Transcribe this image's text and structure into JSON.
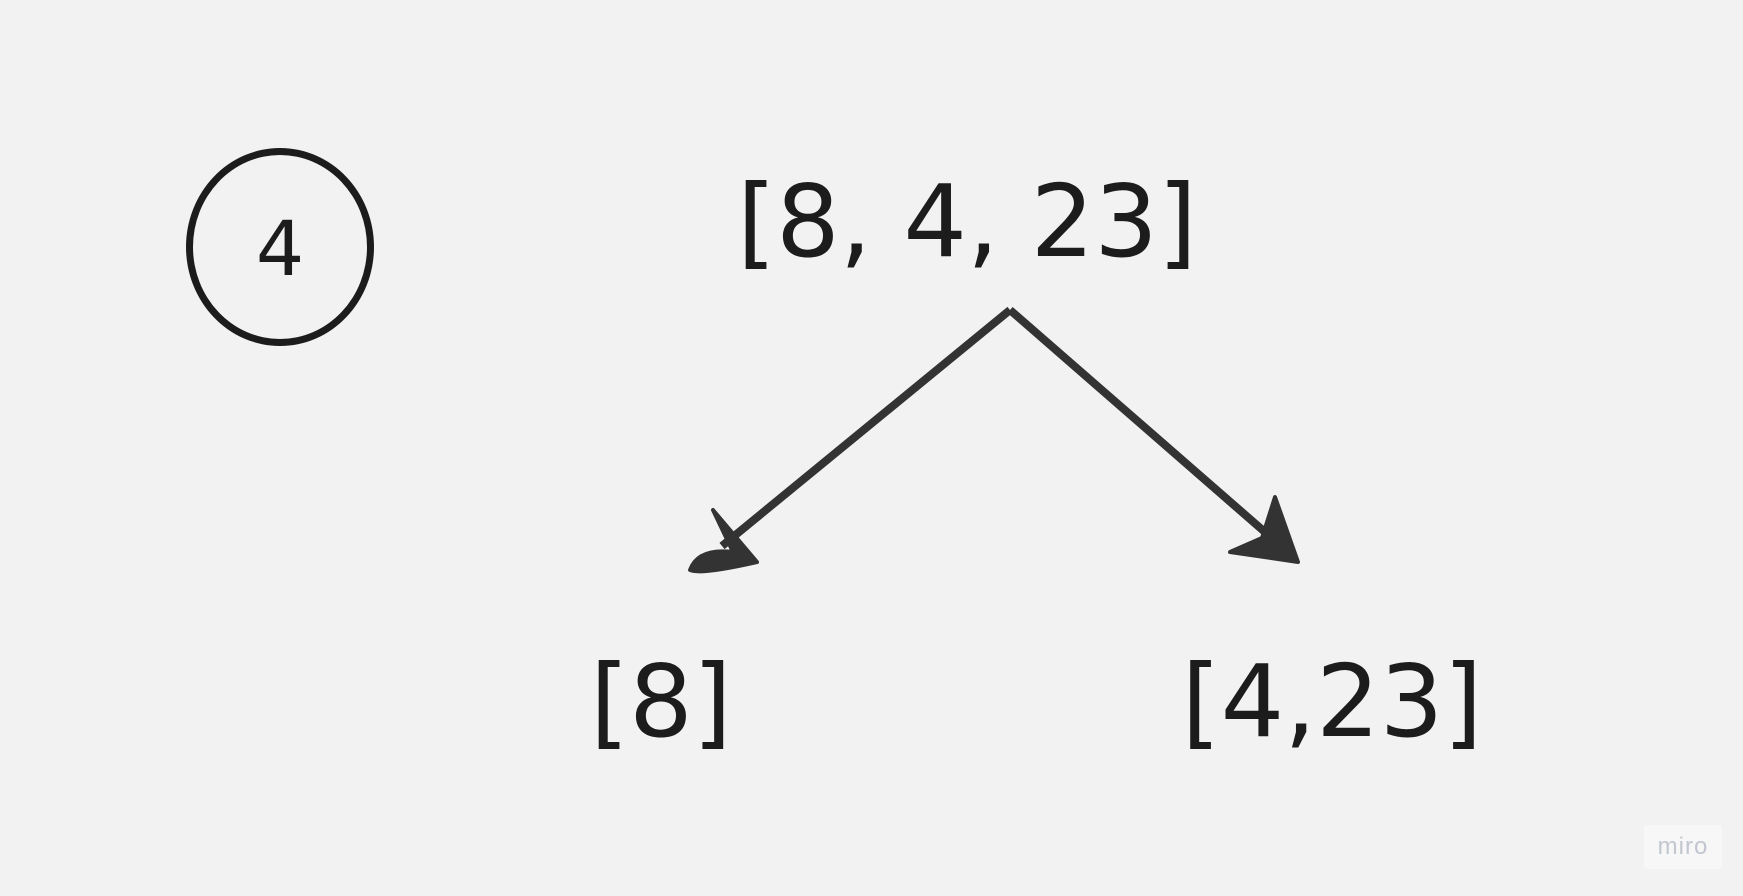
{
  "diagram": {
    "root_label": "[8, 4, 23]",
    "left_child_label": "[8]",
    "right_child_label": "[4,23]",
    "pivot_label": "4",
    "edges": [
      {
        "from": "root",
        "to": "left"
      },
      {
        "from": "root",
        "to": "right"
      }
    ]
  },
  "watermark": {
    "text": "miro"
  },
  "colors": {
    "background": "#f2f2f2",
    "ink": "#1c1c1c",
    "arrow": "#333333",
    "watermark": "#c2c6d0"
  }
}
